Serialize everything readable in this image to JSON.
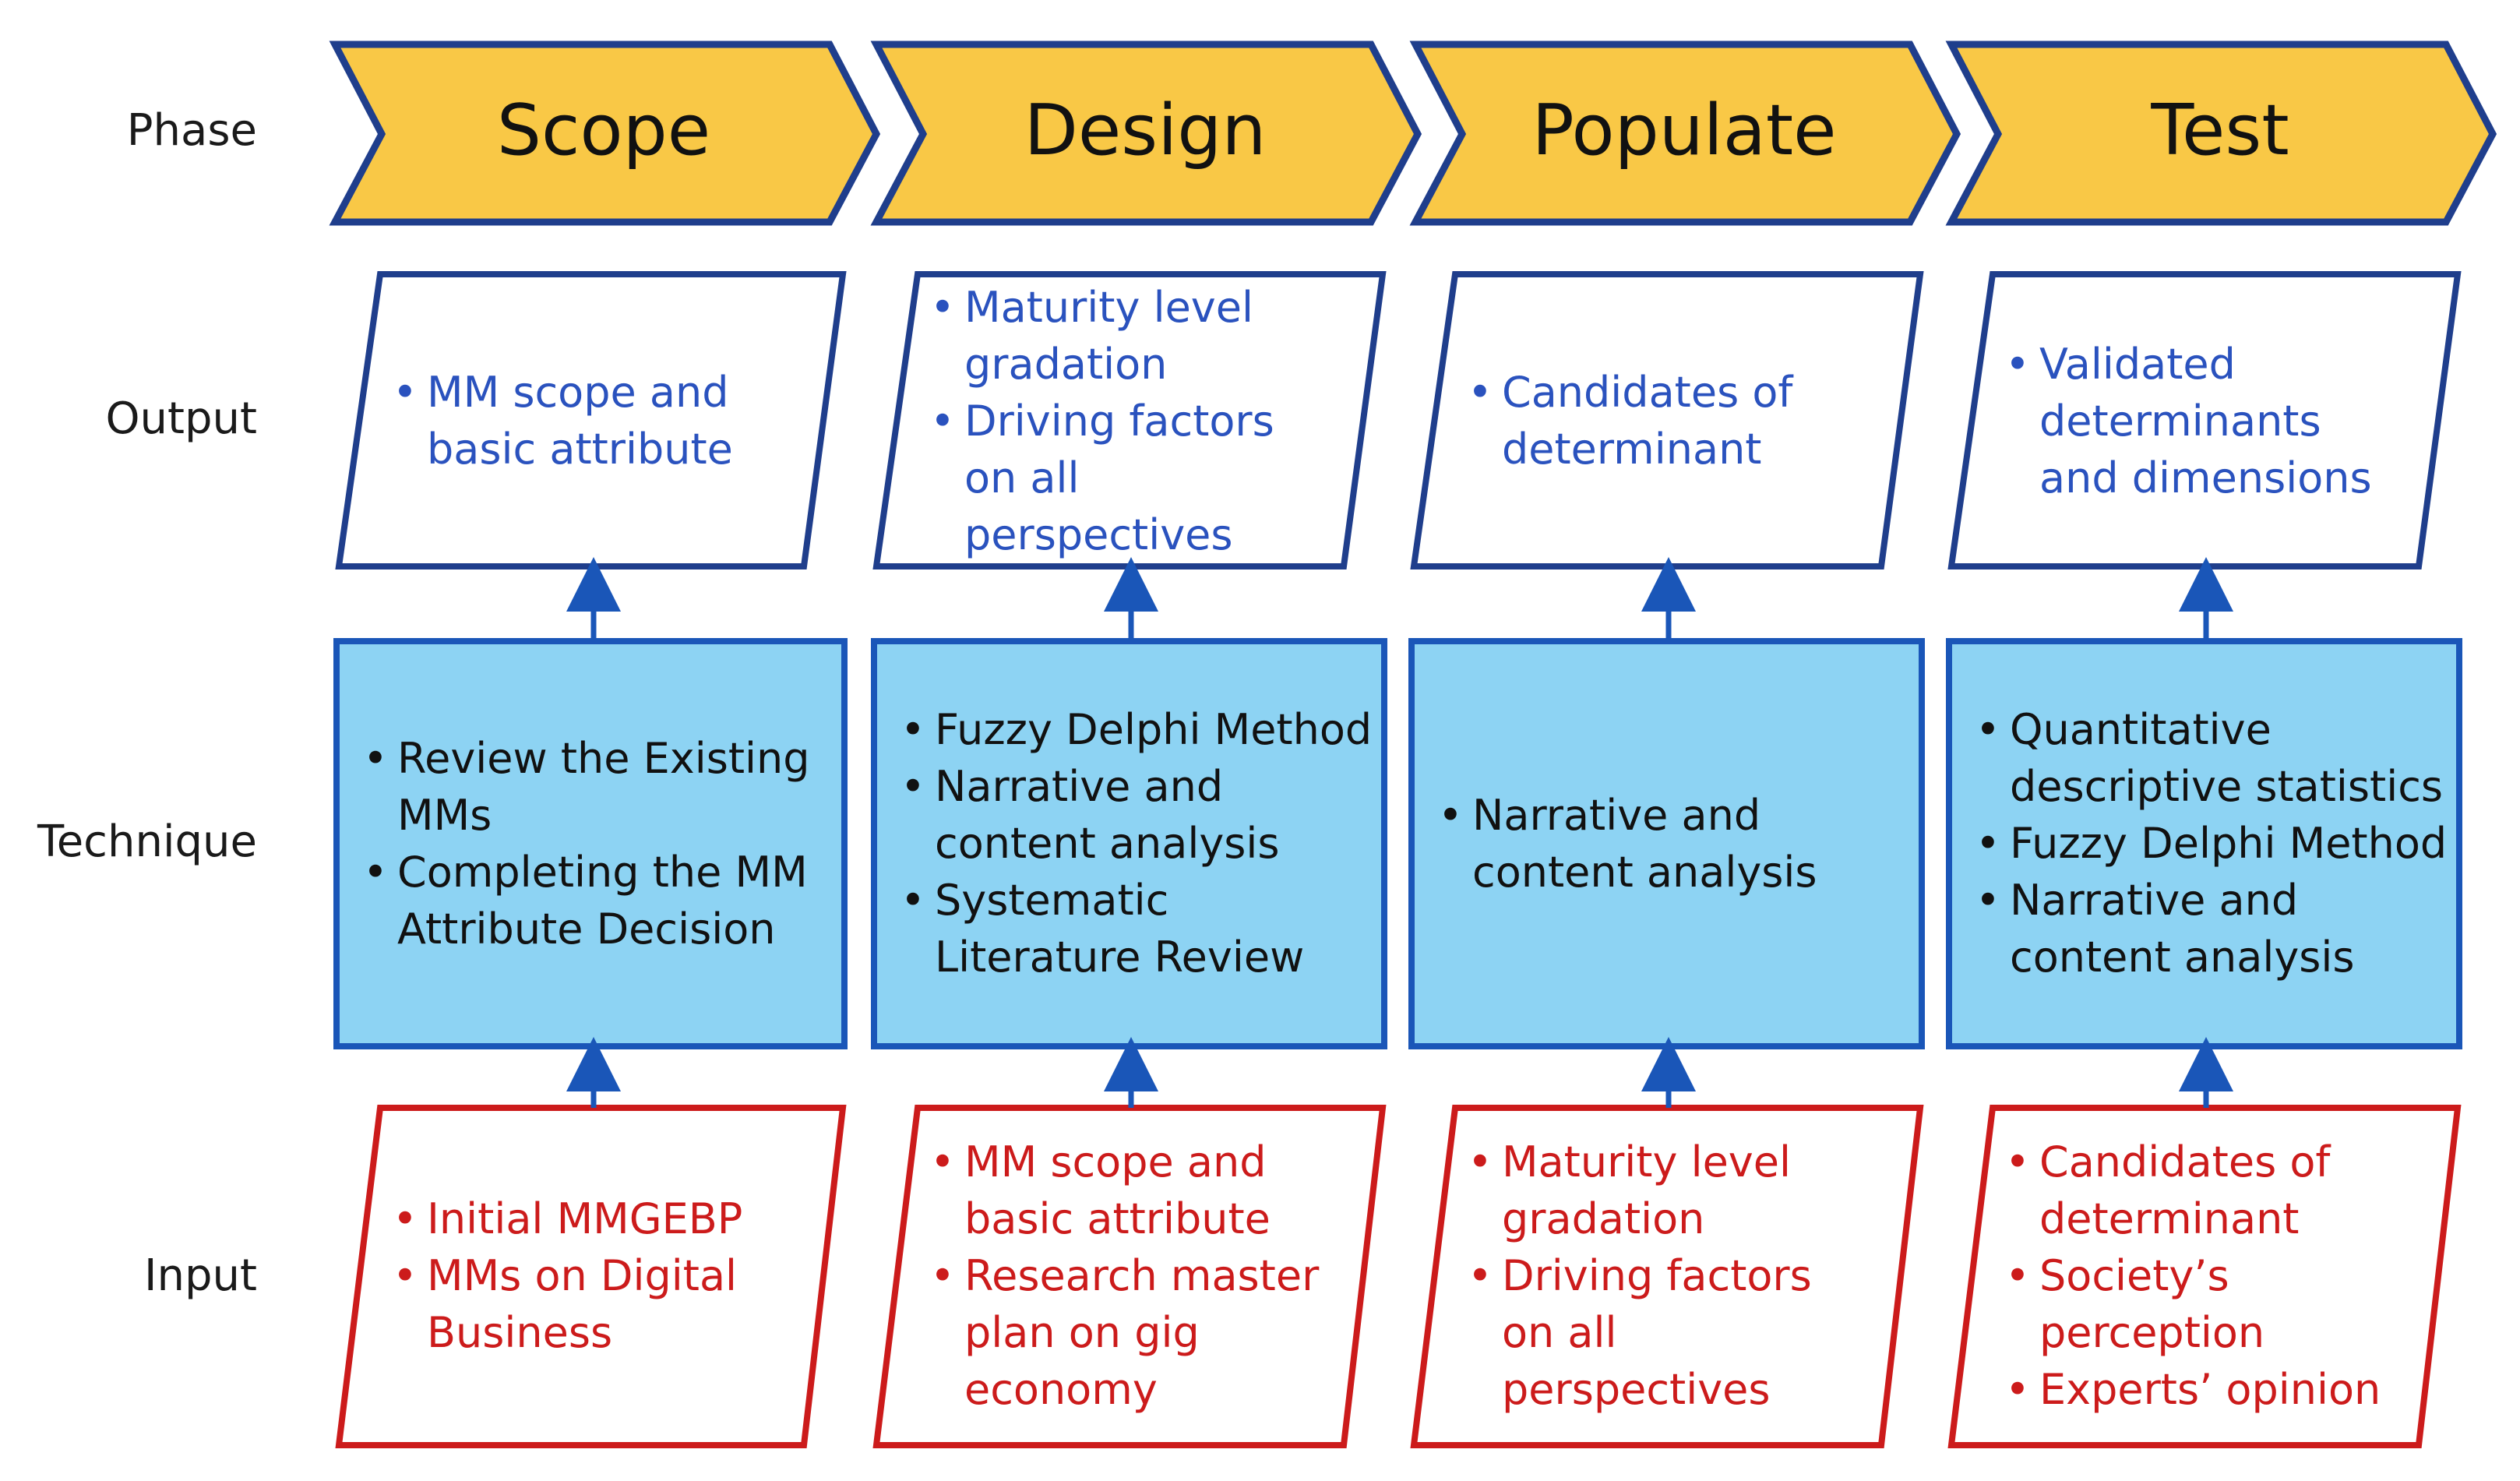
{
  "row_labels": {
    "phase": "Phase",
    "output": "Output",
    "technique": "Technique",
    "input": "Input"
  },
  "phases": [
    {
      "title": "Scope",
      "output": [
        "MM scope and basic attribute"
      ],
      "technique": [
        "Review the Existing MMs",
        "Completing the MM Attribute Decision"
      ],
      "input": [
        "Initial MMGEBP",
        "MMs on Digital Business"
      ]
    },
    {
      "title": "Design",
      "output": [
        "Maturity level gradation",
        "Driving factors on all perspectives"
      ],
      "technique": [
        "Fuzzy Delphi Method",
        "Narrative and content analysis",
        "Systematic Literature Review"
      ],
      "input": [
        "MM scope and basic attribute",
        "Research master plan on gig economy"
      ]
    },
    {
      "title": "Populate",
      "output": [
        "Candidates of determinant"
      ],
      "technique": [
        "Narrative and content analysis"
      ],
      "input": [
        "Maturity level gradation",
        "Driving factors on all perspectives"
      ]
    },
    {
      "title": "Test",
      "output": [
        "Validated determinants and dimensions"
      ],
      "technique": [
        "Quantitative descriptive statistics",
        "Fuzzy Delphi Method",
        "Narrative and content analysis"
      ],
      "input": [
        "Candidates of determinant",
        "Society’s perception",
        "Experts’ opinion"
      ]
    }
  ],
  "colors": {
    "phase_fill": "#f9c846",
    "border_blue": "#1f3e8c",
    "technique_fill": "#8dd3f3",
    "technique_border": "#1a56b8",
    "output_text": "#2a52be",
    "input_text": "#cc1b1b",
    "input_border": "#cc1b1b",
    "arrow": "#1a56b8"
  }
}
